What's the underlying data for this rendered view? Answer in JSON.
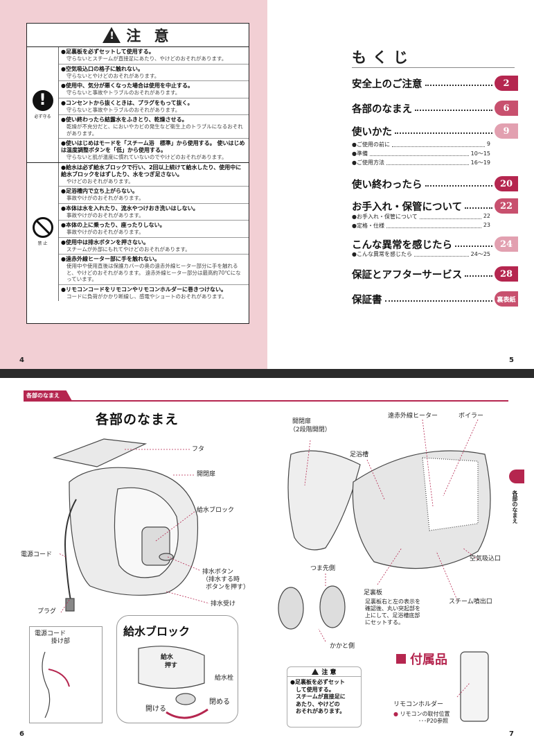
{
  "page4": {
    "caution_title": "注 意",
    "page_number": "4",
    "must_label": "必ず守る",
    "ban_label": "禁 止",
    "must_items": [
      {
        "bold": "足裏板を必ずセットして使用する。",
        "sub": "守らないとスチームが直接足にあたり、やけどのおそれがあります。"
      },
      {
        "bold": "空気吸込口の格子に触れない。",
        "sub": "守らないとやけどのおそれがあります。"
      },
      {
        "bold": "使用中、気分が悪くなった場合は使用を中止する。",
        "sub": "守らないと事故やトラブルのおそれがあります。"
      },
      {
        "bold": "コンセントから抜くときは、プラグをもって抜く。",
        "sub": "守らないと事故やトラブルのおそれがあります。"
      },
      {
        "bold": "使い終わったら結露水をふきとり、乾燥させる。",
        "sub": "乾燥が不充分だと、においやカビの発生など衛生上のトラブルになるおそれがあります。"
      },
      {
        "bold": "使いはじめはモードを「スチーム浴　標準」から使用する。 使いはじめは温度調整ボタンを「低」から使用する。",
        "sub": "守らないと肌が温度に慣れていないのでやけどのおそれがあります。"
      }
    ],
    "ban_items": [
      {
        "bold": "給水は必ず給水ブロックで行い、2回以上続けて給水したり、使用中に給水ブロックをはずしたり、水をつぎ足さない。",
        "sub": "やけどのおそれがあります。"
      },
      {
        "bold": "足浴槽内で立ち上がらない。",
        "sub": "事故やけがのおそれがあります。"
      },
      {
        "bold": "本体は水を入れたり、流水やつけおき洗いはしない。",
        "sub": "事故やけがのおそれがあります。"
      },
      {
        "bold": "本体の上に乗ったり、座ったりしない。",
        "sub": "事故やけがのおそれがあります。"
      },
      {
        "bold": "使用中は排水ボタンを押さない。",
        "sub": "スチームが外部にもれてやけどのおそれがあります。"
      },
      {
        "bold": "遠赤外線ヒーター部に手を触れない。",
        "sub": "使用中や使用直後は保護カバーの奥の遠赤外線ヒーター部分に手を触れると、やけどのおそれがあります。 遠赤外線ヒーター部分は最高約70℃になっています。"
      },
      {
        "bold": "リモコンコードをリモコンやリモコンホルダーに巻きつけない。",
        "sub": "コードに負荷がかかり断線し、感電やショートのおそれがあります。"
      }
    ]
  },
  "page5": {
    "toc_title": "もくじ",
    "page_number": "5",
    "entries": [
      {
        "label": "安全上のご注意",
        "num": "2",
        "color": "#b5264f"
      },
      {
        "label": "各部のなまえ",
        "num": "6",
        "color": "#c8506e"
      },
      {
        "label": "使いかた",
        "num": "9",
        "color": "#e2a0b0"
      },
      {
        "label": "使い終わったら",
        "num": "20",
        "color": "#b5264f"
      },
      {
        "label": "お手入れ・保管について",
        "num": "22",
        "color": "#c8506e"
      },
      {
        "label": "こんな異常を感じたら",
        "num": "24",
        "color": "#e2a0b0"
      },
      {
        "label": "保証とアフターサービス",
        "num": "28",
        "color": "#b5264f"
      },
      {
        "label": "保証書",
        "num": "裏表紙",
        "color": "#c8506e"
      }
    ],
    "subs": [
      {
        "label": "ご使用の前に",
        "num": "9"
      },
      {
        "label": "準備",
        "num": "10〜15"
      },
      {
        "label": "ご使用方法",
        "num": "16〜19"
      },
      {
        "label": "お手入れ・保管について",
        "num": "22"
      },
      {
        "label": "定格・仕様",
        "num": "23"
      },
      {
        "label": "こんな異常を感じたら",
        "num": "24〜25"
      }
    ]
  },
  "page6": {
    "section_tab": "各部のなまえ",
    "title": "各部のなまえ",
    "page_number": "6",
    "labels": {
      "futa": "フタ",
      "kaihei": "開閉扉",
      "kyusui_block": "給水ブロック",
      "dengen_cord": "電源コード",
      "plug": "プラグ",
      "haisui_button": "排水ボタン",
      "haisui_note1": "（排水する時",
      "haisui_note2": "ボタンを押す）",
      "haisui_uke": "排水受け",
      "cord_hook1": "電源コード",
      "cord_hook2": "掛け部"
    },
    "supply": {
      "title": "給水ブロック",
      "cap_text1": "給水",
      "cap_text2": "押す",
      "kyusui_sen": "給水栓",
      "open": "開ける",
      "close": "閉める"
    }
  },
  "page7": {
    "page_number": "7",
    "side_text": "各部のなまえ",
    "labels": {
      "kaihei1": "開閉扉",
      "kaihei2": "（2段階開閉）",
      "ensekigai": "遠赤外線ヒーター",
      "boiler": "ボイラー",
      "soku_yokuso": "足浴槽",
      "kuki": "空気吸込口",
      "tsuma": "つま先側",
      "ashiura": "足裏板",
      "steam": "スチーム噴出口",
      "kakato": "かかと側",
      "ashiura_note1": "足裏板右と左の表示を",
      "ashiura_note2": "確認後、丸い突起部を",
      "ashiura_note3": "上にして、足浴槽底部",
      "ashiura_note4": "にセットする。"
    },
    "caution": {
      "title": "注 意",
      "l1": "足裏板を必ずセット",
      "l2": "して使用する。",
      "l3": "スチームが直接足に",
      "l4": "あたり、やけどの",
      "l5": "おそれがあります。"
    },
    "accessory": {
      "title": "付属品",
      "holder": "リモコンホルダー",
      "note1": "リモコンの取付位置",
      "note2": "･･･P20参照"
    }
  }
}
